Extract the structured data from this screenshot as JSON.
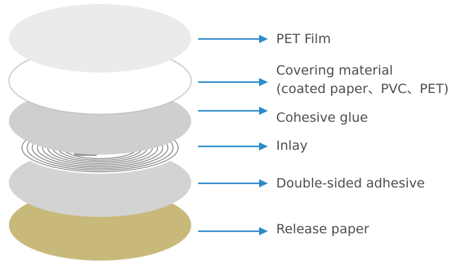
{
  "layers": [
    {
      "id": "pet-film",
      "label_lines": [
        "PET Film"
      ],
      "fill": "#ebebeb"
    },
    {
      "id": "covering-material",
      "label_lines": [
        "Covering material",
        "(coated paper、PVC、PET)"
      ],
      "fill": "#ffffff"
    },
    {
      "id": "cohesive-glue",
      "label_lines": [
        "Cohesive glue"
      ],
      "fill": "#cfcfcf"
    },
    {
      "id": "inlay",
      "label_lines": [
        "Inlay"
      ],
      "fill": "#ffffff"
    },
    {
      "id": "double-sided-adhesive",
      "label_lines": [
        "Double-sided adhesive"
      ],
      "fill": "#d3d3d3"
    },
    {
      "id": "release-paper",
      "label_lines": [
        "Release paper"
      ],
      "fill": "#c8b97a"
    }
  ],
  "colors": {
    "arrow": "#2e8bc9",
    "label_text": "#4d4d4d",
    "disc_outline": "#bdbdbd",
    "inlay_coil": "#8c8c8c"
  }
}
